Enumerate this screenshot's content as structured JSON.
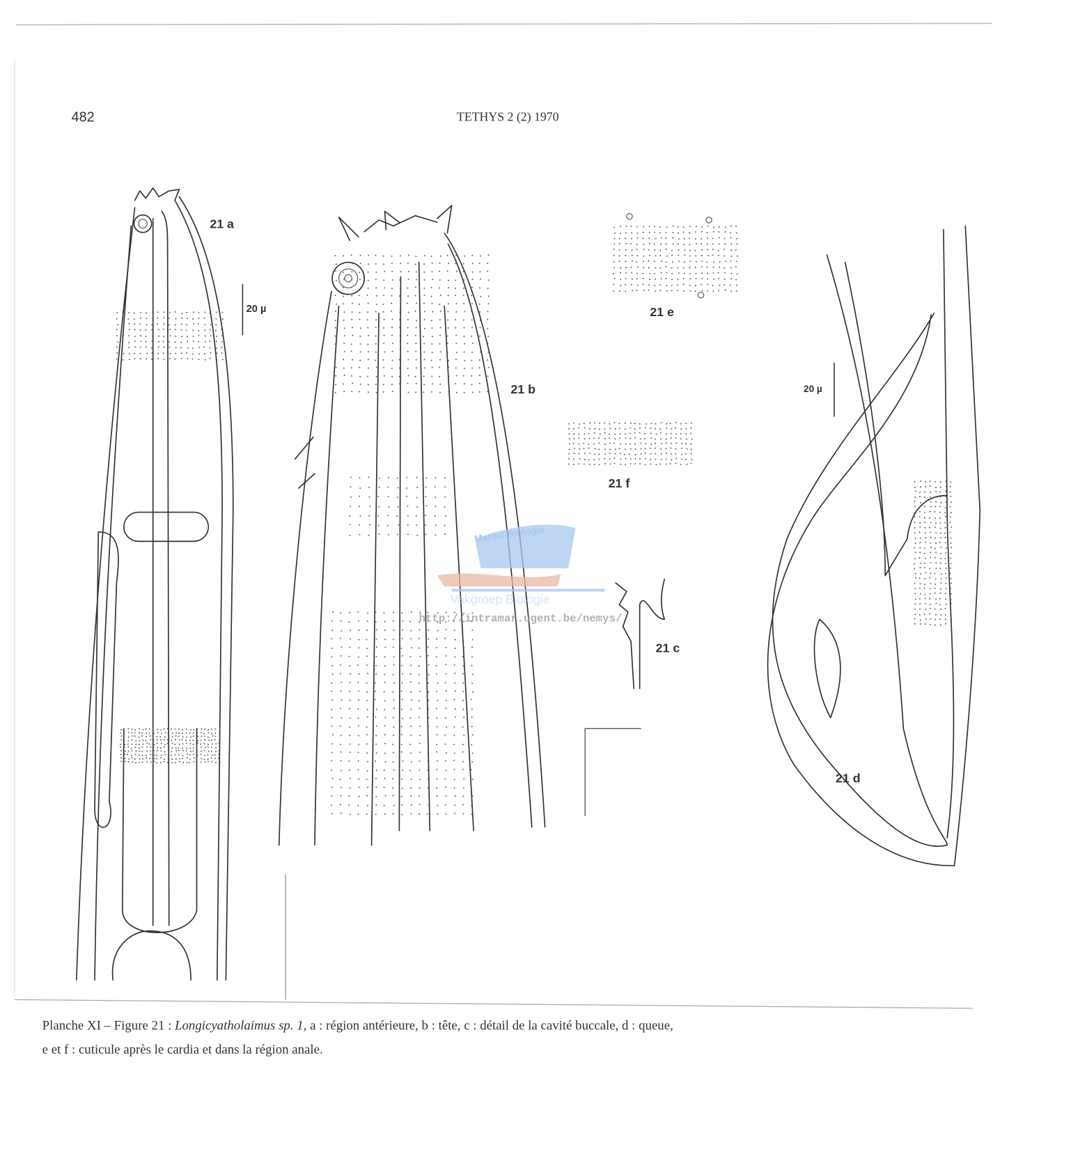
{
  "header": {
    "page_number": "482",
    "journal": "TETHYS 2 (2) 1970"
  },
  "figure_labels": {
    "a": "21 a",
    "b": "21 b",
    "c": "21 c",
    "d": "21 d",
    "e": "21 e",
    "f": "21 f"
  },
  "scale_bars": {
    "a": "20 µ",
    "d": "20 µ"
  },
  "watermark": {
    "top": "Marine Biologie",
    "bottom": "Vakgroep Biologie",
    "url": "http://intramar.ugent.be/nemys/"
  },
  "caption": {
    "prefix": "Planche XI – Figure 21 : ",
    "species": "Longicyatholaimus sp. 1,",
    "line1_rest": " a : région antérieure, b : tête, c : détail de la cavité buccale, d : queue,",
    "line2": "e et f : cuticule après le cardia et dans la région anale."
  }
}
